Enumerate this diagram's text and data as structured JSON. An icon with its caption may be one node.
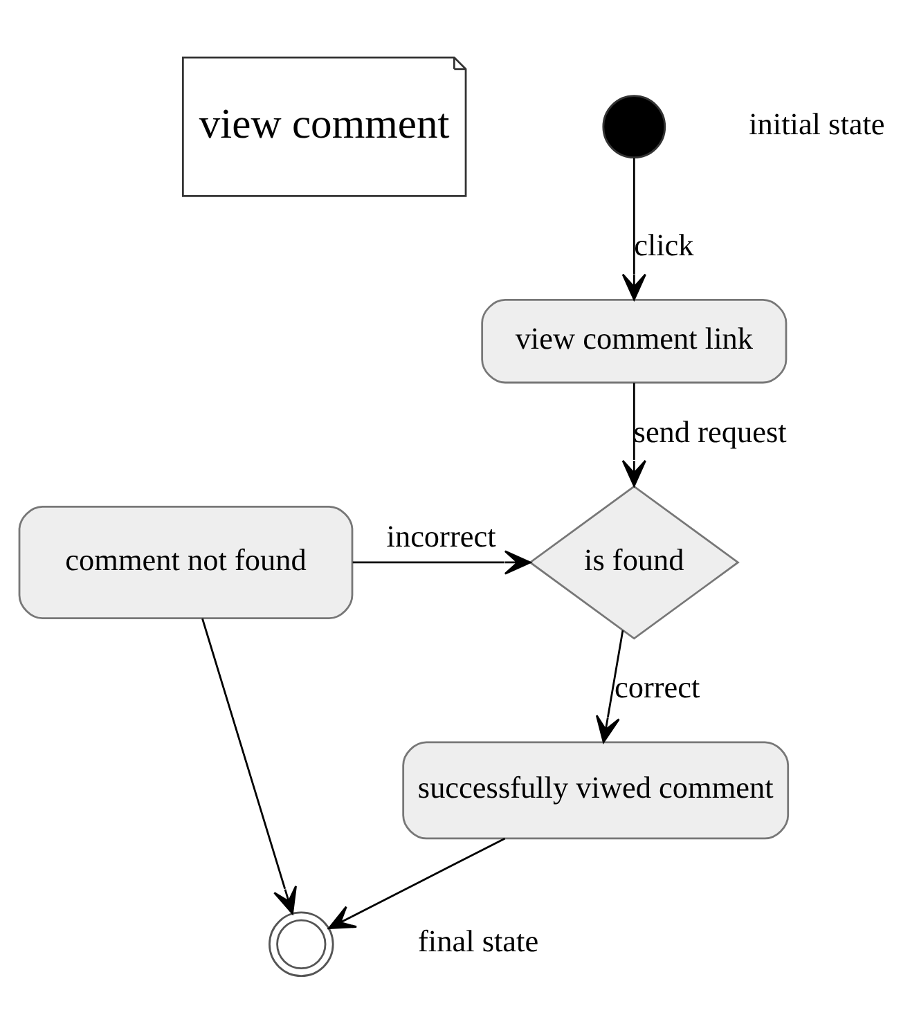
{
  "diagram": {
    "nodes": [
      {
        "text": [
          "view comment"
        ]
      },
      {
        "text": [],
        "shape": "circle",
        "beside": [
          "initial state"
        ]
      },
      {
        "text": [
          "view comment link"
        ]
      },
      {
        "text": [
          "is found"
        ]
      },
      {
        "text": [
          "comment not found"
        ]
      },
      {
        "text": [
          "successfully viwed comment"
        ]
      },
      {
        "text": [],
        "shape": "circle",
        "beside": [
          "final state"
        ]
      }
    ],
    "edges": [
      {
        "from": 1,
        "to": 2,
        "arrow": "to",
        "label": "click"
      },
      {
        "from": 2,
        "to": 3,
        "arrow": "to",
        "label": "send request"
      },
      {
        "from": 4,
        "to": 3,
        "arrow": "to",
        "label": "incorrect"
      },
      {
        "from": 3,
        "to": 5,
        "arrow": "to",
        "label": "correct"
      },
      {
        "from": 5,
        "to": 6,
        "arrow": "to"
      },
      {
        "from": 4,
        "to": 6,
        "arrow": "to"
      }
    ]
  }
}
